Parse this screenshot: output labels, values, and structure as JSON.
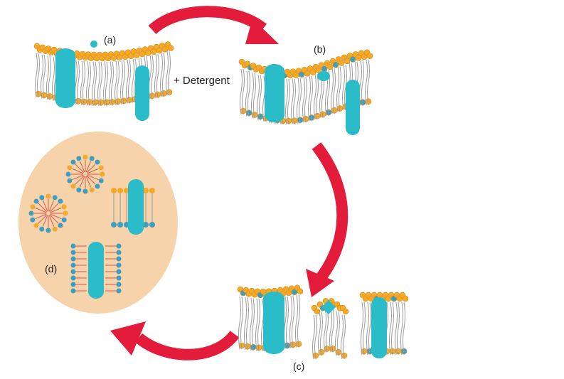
{
  "diagram": {
    "panels": [
      {
        "id": "a",
        "label": "(a)"
      },
      {
        "id": "b",
        "label": "(b)"
      },
      {
        "id": "c",
        "label": "(c)"
      },
      {
        "id": "d",
        "label": "(d)"
      }
    ],
    "reagent_label": "+ Detergent"
  },
  "colors": {
    "head_orange": "#f4a92a",
    "head_orange_edge": "#d98b14",
    "detergent_head": "#3c9fc0",
    "protein": "#2bbcc9",
    "arrow": "#e21c3a",
    "tail": "#9a9a9a",
    "detergent_tail": "#d45a4a",
    "circle_fill": "#f7d3ab"
  },
  "icons": [
    "membrane-bilayer",
    "transmembrane-protein",
    "detergent-micelle",
    "curved-arrow"
  ]
}
